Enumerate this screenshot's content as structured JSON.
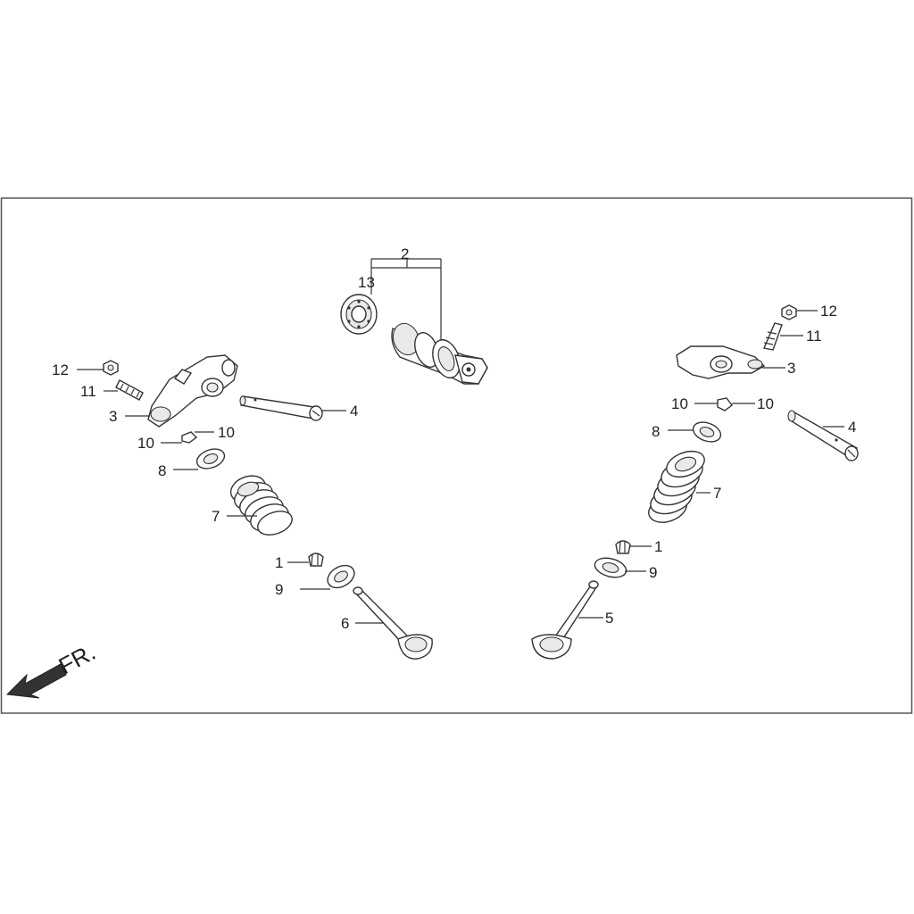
{
  "front_marker": {
    "text": "FR.",
    "icon": "front-arrow-icon"
  },
  "callouts": {
    "c2": "2",
    "c13": "13",
    "l12": "12",
    "l11": "11",
    "l3": "3",
    "l4": "4",
    "l10a": "10",
    "l10b": "10",
    "l8": "8",
    "l7": "7",
    "l1": "1",
    "l9": "9",
    "l6": "6",
    "r12": "12",
    "r11": "11",
    "r3": "3",
    "r4": "4",
    "r10a": "10",
    "r10b": "10",
    "r8": "8",
    "r7": "7",
    "r1": "1",
    "r9": "9",
    "r5": "5"
  },
  "colors": {
    "line": "#333333",
    "part_fill": "#ffffff",
    "shade": "#e9e9e9",
    "frame": "#555555"
  }
}
